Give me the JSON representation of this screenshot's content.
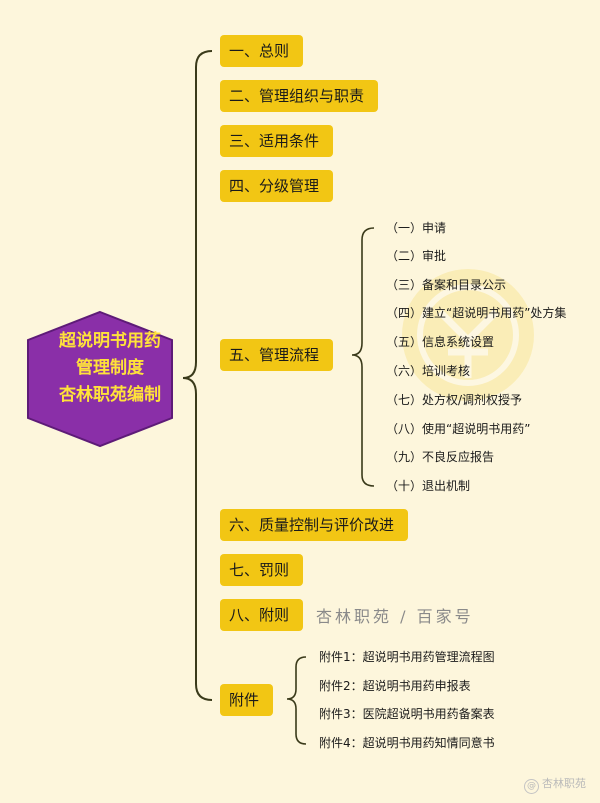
{
  "center": {
    "lines": [
      "超说明书用药",
      "管理制度",
      "杏林职苑编制"
    ]
  },
  "sections": [
    "一、总则",
    "二、管理组织与职责",
    "三、适用条件",
    "四、分级管理",
    "五、管理流程",
    "六、质量控制与评价改进",
    "七、罚则",
    "八、附则",
    "附件"
  ],
  "process_items": [
    "（一）申请",
    "（二）审批",
    "（三）备案和目录公示",
    "（四）建立“超说明书用药”处方集",
    "（五）信息系统设置",
    "（六）培训考核",
    "（七）处方权/调剂权授予",
    "（八）使用“超说明书用药”",
    "（九）不良反应报告",
    "（十）退出机制"
  ],
  "attachments": [
    "附件1：超说明书用药管理流程图",
    "附件2：超说明书用药申报表",
    "附件3：医院超说明书用药备案表",
    "附件4：超说明书用药知情同意书"
  ],
  "watermark": "杏林职苑 / 百家号",
  "corner_mark": "杏林职苑",
  "colors": {
    "background": "#fdf6dc",
    "node": "#f2c614",
    "hexagon": "#8a2fa8",
    "hexagon_text": "#ffe23a",
    "connector": "#3a3a1a"
  }
}
